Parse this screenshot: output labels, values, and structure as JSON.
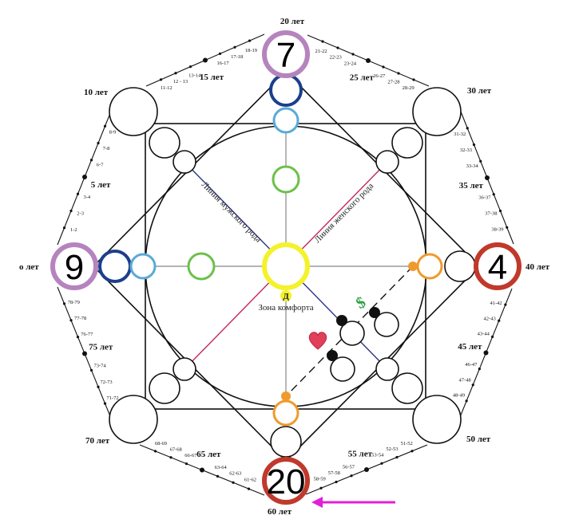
{
  "numbers": {
    "top": "7",
    "right": "4",
    "bottom": "20",
    "left": "9"
  },
  "center_letter": "Д",
  "comfort_zone": "Зона комфорта",
  "male_line": "Линия мужского рода",
  "female_line": "Линия женского рода",
  "money_icon": "$",
  "ages": {
    "a0": "о лет",
    "a10": "10 лет",
    "a20": "20 лет",
    "a30": "30 лет",
    "a40": "40 лет",
    "a50": "50 лет",
    "a60": "60 лет",
    "a70": "70 лет"
  },
  "edges": [
    [
      "1-2",
      "2-3",
      "3-4",
      "5 лет",
      "6-7",
      "7-8",
      "8-9"
    ],
    [
      "11-12",
      "12 - 13",
      "13-14",
      "15 лет",
      "16-17",
      "17-18",
      "18-19"
    ],
    [
      "21-22",
      "22-23",
      "23-24",
      "25 лет",
      "26-27",
      "27-28",
      "28-29"
    ],
    [
      "31-32",
      "32-33",
      "33-34",
      "35 лет",
      "36-37",
      "37-38",
      "38-39"
    ],
    [
      "41-42",
      "42-43",
      "43-44",
      "45 лет",
      "46-47",
      "47-48",
      "48-49"
    ],
    [
      "51-52",
      "52-53",
      "53-54",
      "55 лет",
      "56-57",
      "57-58",
      "58-59"
    ],
    [
      "61-62",
      "62-63",
      "63-64",
      "65 лет",
      "66-67",
      "67-68",
      "68-69"
    ],
    [
      "71-72",
      "72-73",
      "73-74",
      "75 лет",
      "76-77",
      "77-78",
      "78-79"
    ]
  ],
  "colors": {
    "purple": "#b584be",
    "red": "#c0392b",
    "dark_blue": "#1c3f8c",
    "light_blue": "#5aaad6",
    "green": "#6cc04a",
    "yellow": "#f4f22a",
    "orange": "#ef9a2e",
    "male": "#2b3585",
    "female": "#c4265c",
    "arrow": "#e020d8"
  }
}
